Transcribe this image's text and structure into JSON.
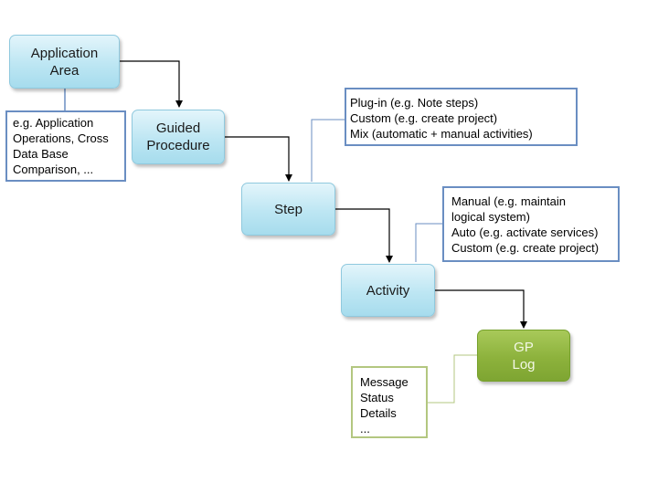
{
  "nodes": {
    "application_area": "Application\nArea",
    "guided_procedure": "Guided\nProcedure",
    "step": "Step",
    "activity": "Activity",
    "gp_log": "GP\nLog"
  },
  "notes": {
    "application_area": "e.g. Application\nOperations, Cross\nData Base\nComparison, ...",
    "step": "Plug-in (e.g.  Note steps)\nCustom (e.g. create project)\nMix (automatic + manual activities)",
    "activity": "Manual (e.g. maintain\nlogical system)\nAuto (e.g. activate services)\nCustom (e.g. create project)",
    "gp_log": "Message\nStatus\nDetails\n..."
  },
  "colors": {
    "node_blue": "#bde6f3",
    "node_green": "#8db23c",
    "note_border_blue": "#6a8ec2",
    "note_border_green": "#b3c780",
    "connector": "#000000"
  }
}
